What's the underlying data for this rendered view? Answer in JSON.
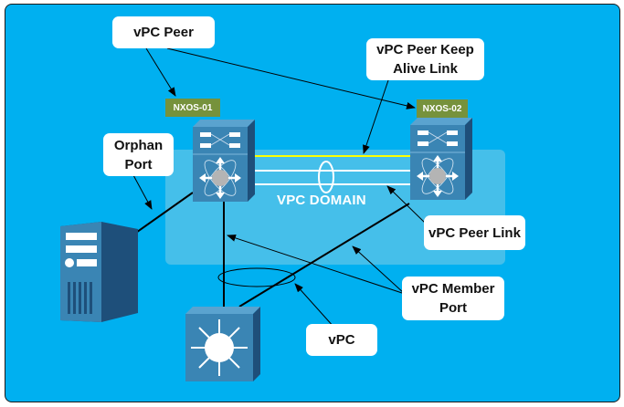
{
  "diagram": {
    "title": "vPC topology",
    "domain_label": "VPC DOMAIN",
    "colors": {
      "background": "#00b0f0",
      "domain_box": "#45bfea",
      "device_front": "#3a85b4",
      "device_side": "#1e4f7a",
      "device_top": "#5aa3cf",
      "tag_bg": "#76923c",
      "keepalive_link": "#ffff00",
      "peer_link": "#ffffff"
    },
    "devices": [
      {
        "id": "nxos-01",
        "label": "NXOS-01",
        "type": "nexus-switch"
      },
      {
        "id": "nxos-02",
        "label": "NXOS-02",
        "type": "nexus-switch"
      },
      {
        "id": "server",
        "label": "",
        "type": "server"
      },
      {
        "id": "access-switch",
        "label": "",
        "type": "layer3-switch"
      }
    ],
    "callouts": [
      {
        "id": "vpc-peer",
        "lines": [
          "vPC Peer"
        ]
      },
      {
        "id": "keepalive",
        "lines": [
          "vPC Peer Keep",
          "Alive Link"
        ]
      },
      {
        "id": "orphan-port",
        "lines": [
          "Orphan",
          "Port"
        ]
      },
      {
        "id": "peer-link",
        "lines": [
          "vPC Peer Link"
        ]
      },
      {
        "id": "member-port",
        "lines": [
          "vPC Member",
          "Port"
        ]
      },
      {
        "id": "vpc",
        "lines": [
          "vPC"
        ]
      }
    ]
  }
}
